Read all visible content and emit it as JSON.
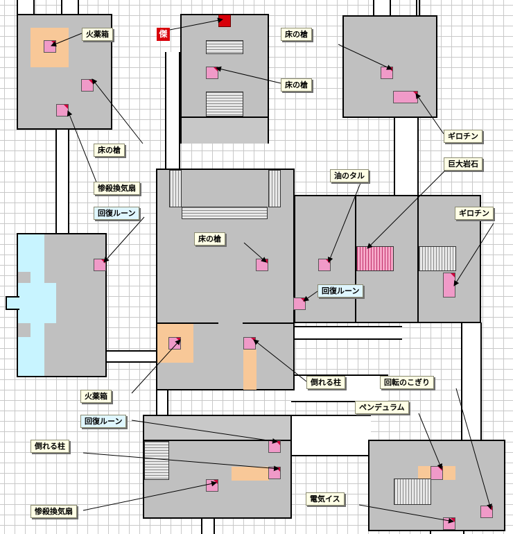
{
  "map": {
    "labels": {
      "powder_box_tl": "火薬箱",
      "floor_spear_tl": "床の槍",
      "exhaust_fan_tl": "惨殺換気扇",
      "heal_rune_left": "回復ルーン",
      "floor_spear_topmid": "床の槍",
      "floor_spear_topright": "床の槍",
      "guillotine_top": "ギロチン",
      "boulder": "巨大岩石",
      "oil_barrel": "油のタル",
      "guillotine_right": "ギロチン",
      "floor_spear_center": "床の槍",
      "heal_rune_center": "回復ルーン",
      "falling_pillar_center": "倒れる柱",
      "powder_box_center": "火薬箱",
      "heal_rune_bottom": "回復ルーン",
      "falling_pillar_bottom": "倒れる柱",
      "exhaust_fan_bottom": "惨殺換気扇",
      "rotating_saw": "回転のこぎり",
      "pendulum": "ペンデュラム",
      "electric_chair": "電気イス"
    },
    "start_marker": "傑"
  },
  "colors": {
    "room": "#c0c0c0",
    "trap": "#f09ac8",
    "powder": "#f8c898",
    "water": "#c8f4ff",
    "marker": "#d8000a"
  }
}
